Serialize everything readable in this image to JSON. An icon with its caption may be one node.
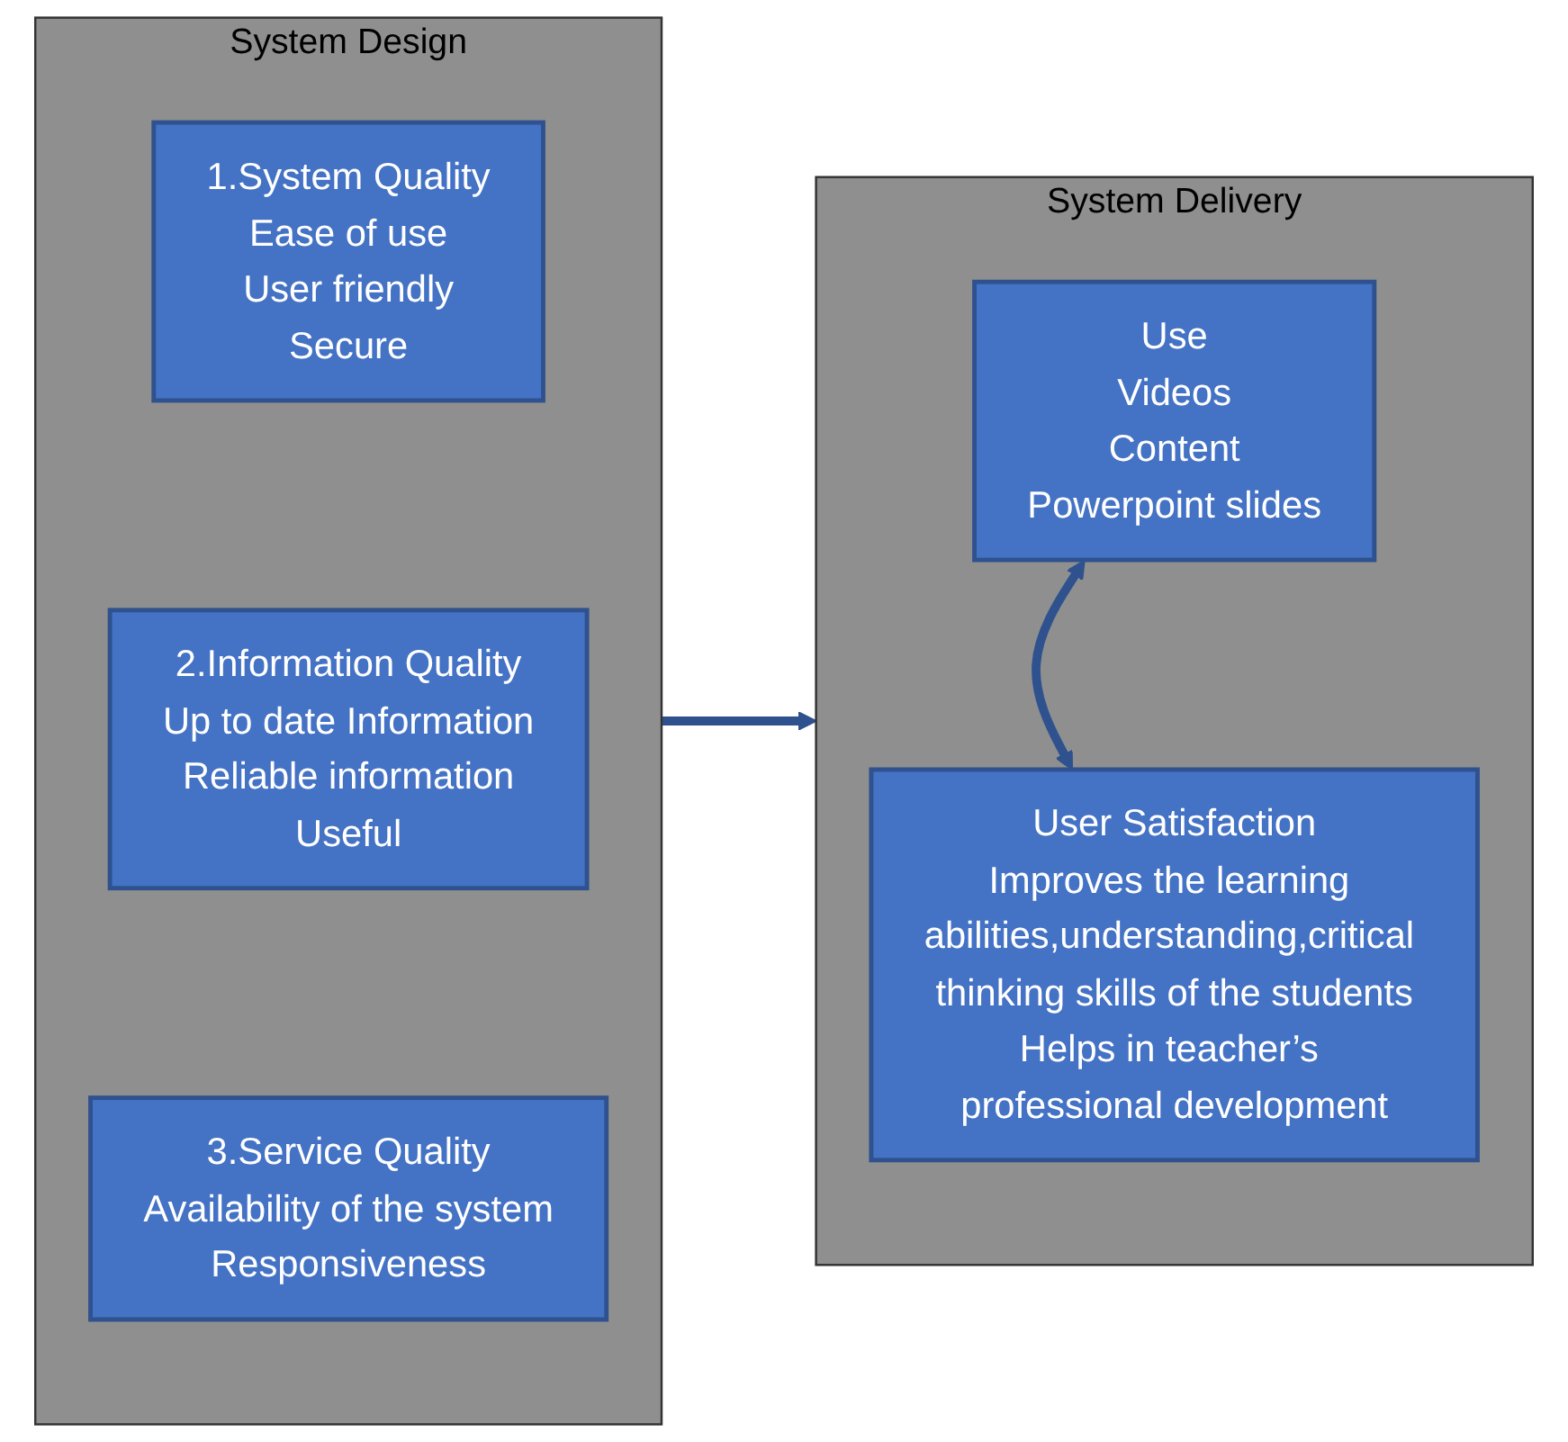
{
  "diagram": {
    "nodes": [
      {
        "text": [
          "System Design"
        ]
      },
      {
        "text": [
          "1.System Quality",
          "Ease of use",
          "User friendly",
          "Secure"
        ],
        "in": 0
      },
      {
        "text": [
          "2.Information Quality",
          "Up to date Information",
          "Reliable information",
          "Useful"
        ],
        "in": 0
      },
      {
        "text": [
          "3.Service Quality",
          "Availability of the system",
          "Responsiveness"
        ],
        "in": 0
      },
      {
        "text": [
          "System Delivery"
        ]
      },
      {
        "text": [
          "Use",
          "Videos",
          "Content",
          "Powerpoint slides"
        ],
        "in": 4
      },
      {
        "text": [
          "User Satisfaction",
          "Improves the learning abilities,understanding,critical thinking skills of the students",
          "Helps in teacher’s professional development"
        ],
        "in": 4
      }
    ],
    "edges": [
      {
        "from": 0,
        "to": 4,
        "arrow": "to"
      },
      {
        "from": 5,
        "to": 6,
        "arrow": "both"
      }
    ]
  }
}
